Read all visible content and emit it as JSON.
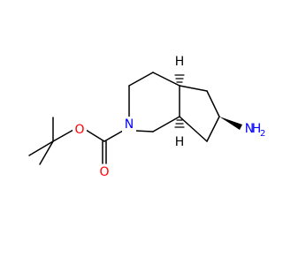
{
  "molecule": {
    "colors": {
      "bond": "#000000",
      "carbon_label": "#000000",
      "oxygen": "#ff0000",
      "nitrogen": "#0000ff"
    },
    "atoms": {
      "carbonyl_oxygen": "O",
      "ester_oxygen": "O",
      "ring_nitrogen": "N",
      "ring_fusion_h_top": "H",
      "ring_fusion_h_bottom": "H",
      "amine_n": "N",
      "amine_h": "H",
      "amine_subscript": "2"
    }
  }
}
